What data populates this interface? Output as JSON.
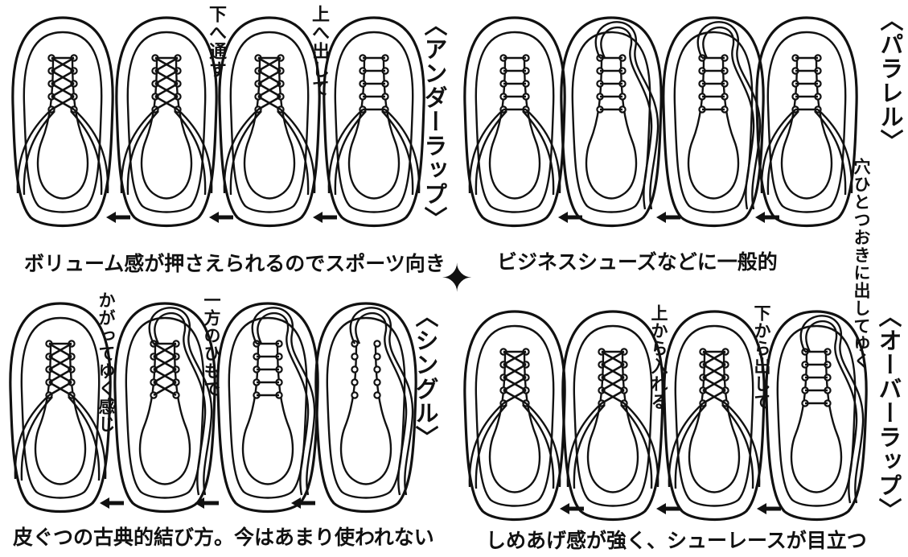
{
  "sections": [
    {
      "id": "underwrap",
      "title": "〈アンダーラップ〉",
      "caption": "ボリューム感が押さえられるのでスポーツ向き",
      "notes": [
        "下へ通す",
        "上へ出して"
      ]
    },
    {
      "id": "parallel",
      "title": "〈パラレル〉",
      "caption": "ビジネスシューズなどに一般的",
      "notes": [
        "穴ひとつおきに出してゆく"
      ]
    },
    {
      "id": "single",
      "title": "〈シングル〉",
      "caption": "皮ぐつの古典的結び方。今はあまり使われない",
      "notes": [
        "かがってゆく感じ",
        "一方のひもで"
      ]
    },
    {
      "id": "overwrap",
      "title": "〈オーバーラップ〉",
      "caption": "しめあげ感が強く、シューレースが目立つ",
      "notes": [
        "上から入れる",
        "下から出して"
      ]
    }
  ],
  "center_mark": "✦",
  "colors": {
    "ink": "#111111",
    "paper": "#ffffff"
  }
}
